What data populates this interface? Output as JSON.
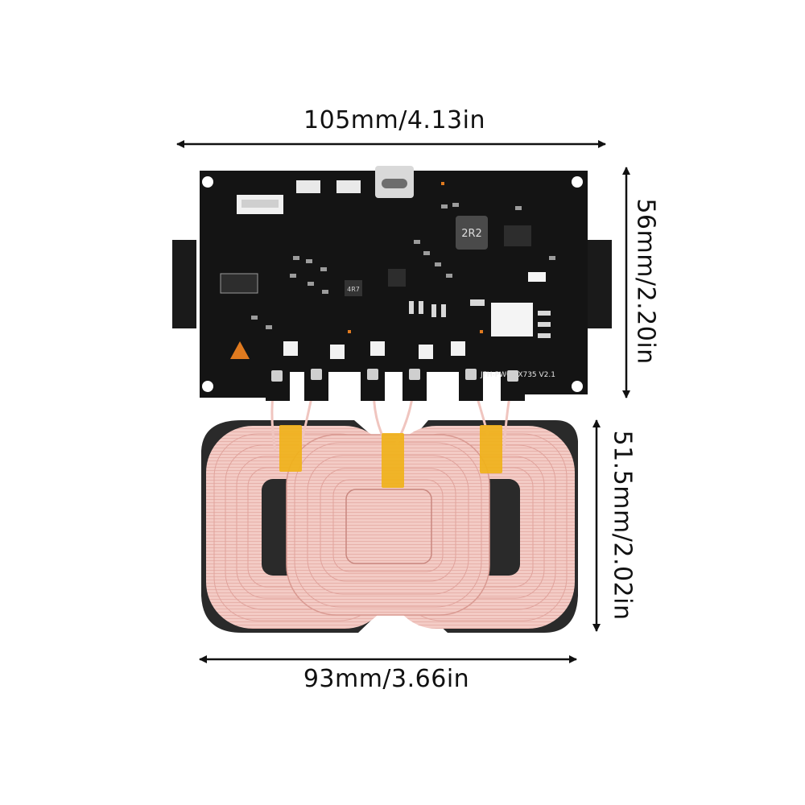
{
  "dimensions": {
    "board_width": "105mm/4.13in",
    "board_height": "56mm/2.20in",
    "coil_height": "51.5mm/2.02in",
    "coil_width": "93mm/3.66in"
  },
  "board": {
    "model_text": "JFH-PWC-TX735 V2.1",
    "inductor_marking": "2R2",
    "small_inductor_marking": "4R7",
    "colors": {
      "pcb": "#141414",
      "silk": "#e8e8e8",
      "pad": "#c8c8c8",
      "accent": "#e07a1f"
    }
  },
  "coils": {
    "colors": {
      "copper": "#f2c9c4",
      "copper_line": "#e3aaa3",
      "backing": "#2a2a2a",
      "tape": "#f0b21a"
    }
  }
}
